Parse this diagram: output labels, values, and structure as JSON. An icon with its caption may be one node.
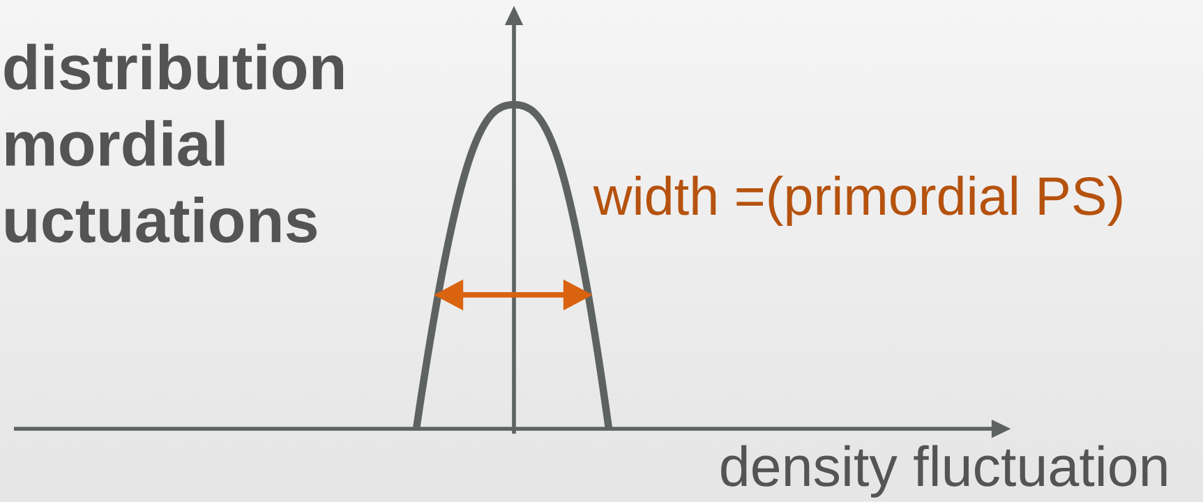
{
  "diagram": {
    "title": "distribution mordial uctuations",
    "labels": [
      "width =(primordial PS)",
      "density fluctuation"
    ]
  }
}
